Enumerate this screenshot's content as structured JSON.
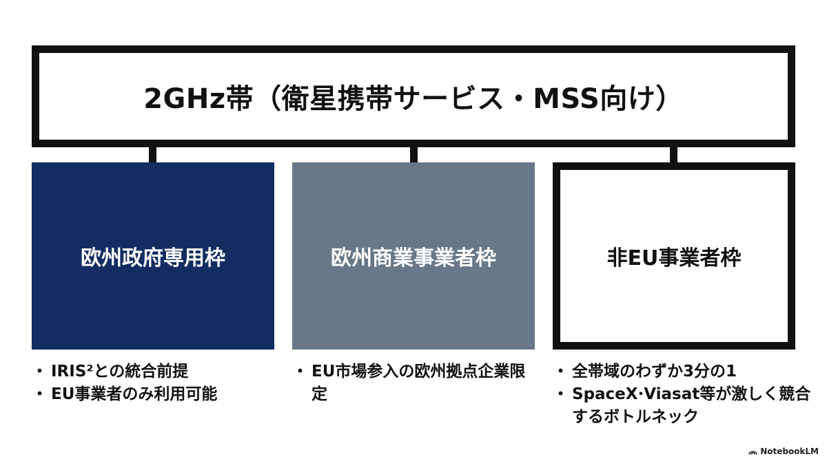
{
  "header": {
    "title": "2GHz帯（衛星携帯サービス・MSS向け）"
  },
  "boxes": [
    {
      "label": "欧州政府専用枠",
      "bullets": [
        "IRIS²との統合前提",
        "EU事業者のみ利用可能"
      ]
    },
    {
      "label": "欧州商業事業者枠",
      "bullets": [
        "EU市場参入の欧州拠点企業限定"
      ]
    },
    {
      "label": "非EU事業者枠",
      "bullets": [
        "全帯域のわずか3分の1",
        "SpaceX·Viasat等が激しく競合するボトルネック"
      ]
    }
  ],
  "colors": {
    "box_1_fill": "#132d63",
    "box_2_fill": "#687889",
    "box_3_fill": "#ffffff",
    "border": "#111111"
  },
  "branding": {
    "name": "NotebookLM",
    "icon": "notebooklm-logo-icon"
  }
}
